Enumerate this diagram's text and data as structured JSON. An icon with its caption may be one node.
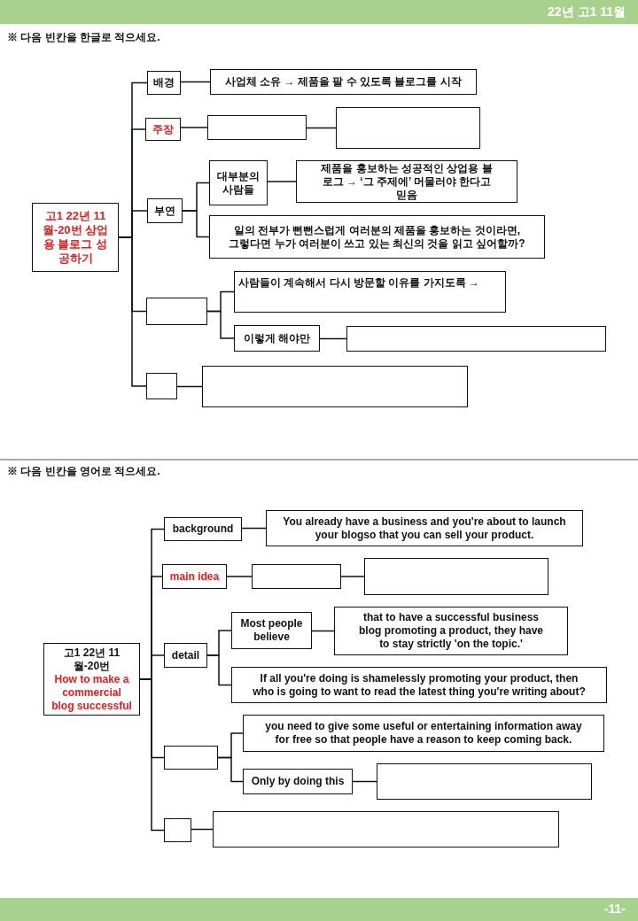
{
  "diagram": {
    "nodes": [
      {
        "text": [
          "고1 22년 11월-20번 상업용 블로그 성공하기"
        ]
      },
      {
        "text": [
          "배경"
        ]
      },
      {
        "text": [
          "사업체 소유 → 제품을 팔 수 있도록 블로그를 시작"
        ]
      },
      {
        "text": [
          "주장"
        ]
      },
      {
        "text": [],
        "shape": "box"
      },
      {
        "text": [],
        "shape": "box"
      },
      {
        "text": [
          "부연"
        ]
      },
      {
        "text": [
          "대부분의 사람들"
        ]
      },
      {
        "text": [
          "제품을 홍보하는 성공적인 상업용 블로그 → ‘그 주제에’ 머물러야 한다고 믿음"
        ]
      },
      {
        "text": [
          "일의 전부가 뻔뻔스럽게 여러분의 제품을 홍보하는 것이라면, 그렇다면 누가 여러분이 쓰고 있는 최신의 것을 읽고 싶어할까?"
        ]
      },
      {
        "text": [],
        "shape": "box"
      },
      {
        "text": [
          "사람들이 계속해서 다시 방문할 이유를 가지도록 →"
        ]
      },
      {
        "text": [
          "이렇게 해야만"
        ]
      },
      {
        "text": [],
        "shape": "box"
      },
      {
        "text": [],
        "shape": "box"
      },
      {
        "text": [],
        "shape": "box"
      },
      {
        "text": [
          "고1 22년 11월-20번",
          "How to make a commercial blog successful"
        ]
      },
      {
        "text": [
          "background"
        ]
      },
      {
        "text": [
          "You already have a business and you're about to launch your blogso that you can sell your product."
        ]
      },
      {
        "text": [
          "main idea"
        ]
      },
      {
        "text": [],
        "shape": "box"
      },
      {
        "text": [],
        "shape": "box"
      },
      {
        "text": [
          "detail"
        ]
      },
      {
        "text": [
          "Most people believe"
        ]
      },
      {
        "text": [
          "that to have a successful business blog promoting a product, they have to stay strictly 'on the topic.'"
        ]
      },
      {
        "text": [
          "If all you're doing is shamelessly promoting your product, then who is going to want to read the latest thing you're writing about?"
        ]
      },
      {
        "text": [],
        "shape": "box"
      },
      {
        "text": [
          "you need to give some useful or entertaining information away for free so that people have a reason to keep coming back."
        ]
      },
      {
        "text": [
          "Only by doing this"
        ]
      },
      {
        "text": [],
        "shape": "box"
      },
      {
        "text": [],
        "shape": "box"
      },
      {
        "text": [],
        "shape": "box"
      }
    ],
    "edges": [
      {
        "from": 0,
        "to": 1,
        "arrow": "none"
      },
      {
        "from": 0,
        "to": 3,
        "arrow": "none"
      },
      {
        "from": 0,
        "to": 6,
        "arrow": "none"
      },
      {
        "from": 0,
        "to": 10,
        "arrow": "none"
      },
      {
        "from": 0,
        "to": 14,
        "arrow": "none"
      },
      {
        "from": 1,
        "to": 2,
        "arrow": "none"
      },
      {
        "from": 3,
        "to": 4,
        "arrow": "none"
      },
      {
        "from": 4,
        "to": 5,
        "arrow": "none"
      },
      {
        "from": 6,
        "to": 7,
        "arrow": "none"
      },
      {
        "from": 6,
        "to": 9,
        "arrow": "none"
      },
      {
        "from": 7,
        "to": 8,
        "arrow": "none"
      },
      {
        "from": 10,
        "to": 11,
        "arrow": "none"
      },
      {
        "from": 10,
        "to": 12,
        "arrow": "none"
      },
      {
        "from": 12,
        "to": 13,
        "arrow": "none"
      },
      {
        "from": 14,
        "to": 15,
        "arrow": "none"
      },
      {
        "from": 16,
        "to": 17,
        "arrow": "none"
      },
      {
        "from": 16,
        "to": 19,
        "arrow": "none"
      },
      {
        "from": 16,
        "to": 22,
        "arrow": "none"
      },
      {
        "from": 16,
        "to": 26,
        "arrow": "none"
      },
      {
        "from": 16,
        "to": 30,
        "arrow": "none"
      },
      {
        "from": 17,
        "to": 18,
        "arrow": "none"
      },
      {
        "from": 19,
        "to": 20,
        "arrow": "none"
      },
      {
        "from": 20,
        "to": 21,
        "arrow": "none"
      },
      {
        "from": 22,
        "to": 23,
        "arrow": "none"
      },
      {
        "from": 22,
        "to": 25,
        "arrow": "none"
      },
      {
        "from": 23,
        "to": 24,
        "arrow": "none"
      },
      {
        "from": 26,
        "to": 27,
        "arrow": "none"
      },
      {
        "from": 26,
        "to": 28,
        "arrow": "none"
      },
      {
        "from": 28,
        "to": 29,
        "arrow": "none"
      },
      {
        "from": 30,
        "to": 31,
        "arrow": "none"
      }
    ],
    "labels": [
      "22년 고1 11월",
      "※ 다음 빈칸을 한글로 적으세요.",
      "※ 다음 빈칸을 영어로 적으세요.",
      "-11-"
    ]
  }
}
